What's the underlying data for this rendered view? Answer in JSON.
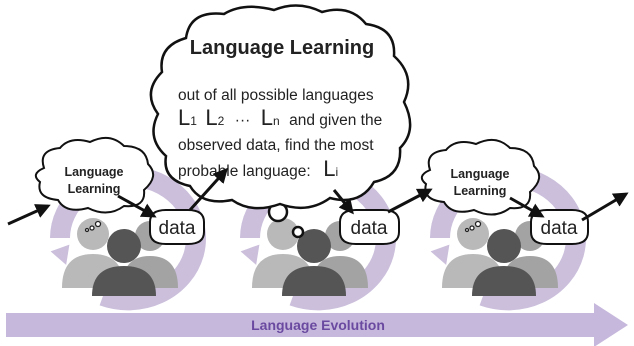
{
  "big_bubble": {
    "title": "Language Learning",
    "line1": "out of all possible languages",
    "lang1": {
      "letter": "L",
      "sub": "1"
    },
    "lang2": {
      "letter": "L",
      "sub": "2"
    },
    "ellipsis": "···",
    "langn": {
      "letter": "L",
      "sub": "n"
    },
    "line2_tail": "and given the",
    "line3": "observed data, find the most",
    "line4": "probable language:",
    "langi": {
      "letter": "L",
      "sub": "i"
    }
  },
  "small_bubbles": [
    {
      "line1": "Language",
      "line2": "Learning"
    },
    {
      "line1": "Language",
      "line2": "Learning"
    }
  ],
  "data_labels": [
    "data",
    "data",
    "data"
  ],
  "evolution_label": "Language Evolution",
  "colors": {
    "cycle": "#cbbfdc",
    "band": "#c6b8dc",
    "evolution_text": "#6a4aa0",
    "person_light": "#b9b9b9",
    "person_mid": "#9a9a9a",
    "person_dark": "#555555"
  }
}
